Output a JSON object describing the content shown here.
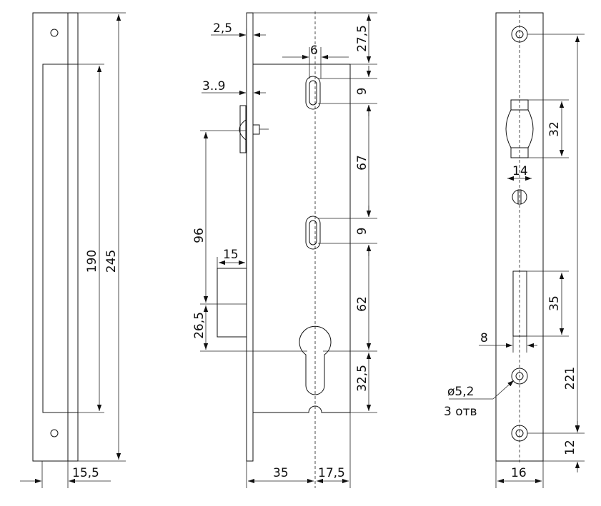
{
  "colors": {
    "line": "#111111",
    "background": "#ffffff"
  },
  "views": {
    "left": {
      "height_total": "245",
      "height_inner": "190",
      "width": "15,5"
    },
    "middle": {
      "plate_thickness": "2,5",
      "top_offset": "27,5",
      "slot_width": "6",
      "adjust": "3..9",
      "slot1_height": "9",
      "slot_spacing": "67",
      "slot2_height": "9",
      "dist_96": "96",
      "latch_width": "15",
      "dist_62": "62",
      "latch_offset": "26,5",
      "cylinder_offset": "32,5",
      "backset": "35",
      "edge_to_center": "17,5"
    },
    "right": {
      "strike_height": "32",
      "strike_width": "14",
      "bolt_height": "35",
      "bolt_width": "8",
      "hole_spacing": "221",
      "bottom_offset": "12",
      "plate_width": "16",
      "hole_dia": "ø5,2",
      "hole_count": "3 отв"
    }
  }
}
